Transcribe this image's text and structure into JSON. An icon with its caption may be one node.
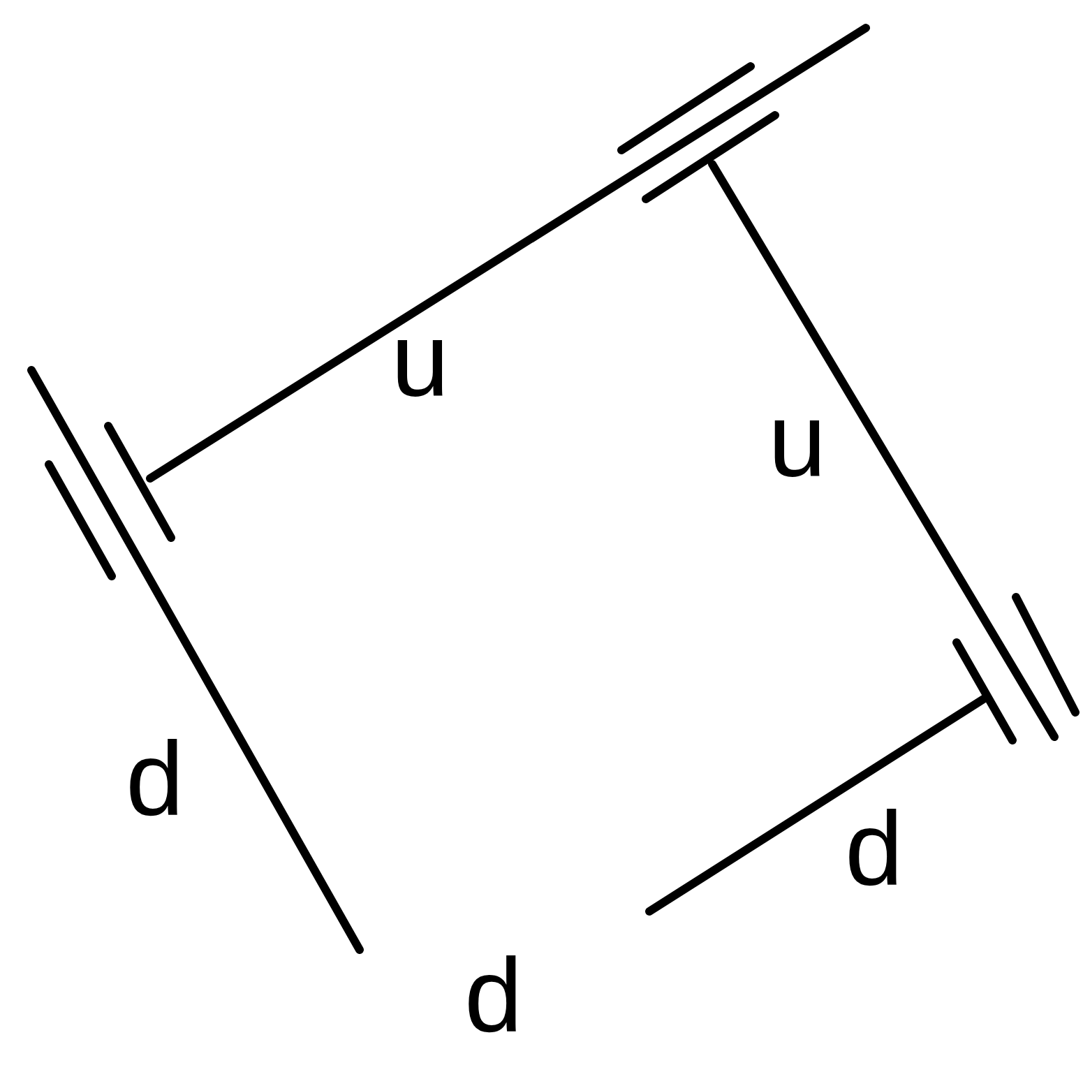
{
  "diagram": {
    "labels": [
      "u",
      "u",
      "d",
      "d",
      "d"
    ]
  }
}
